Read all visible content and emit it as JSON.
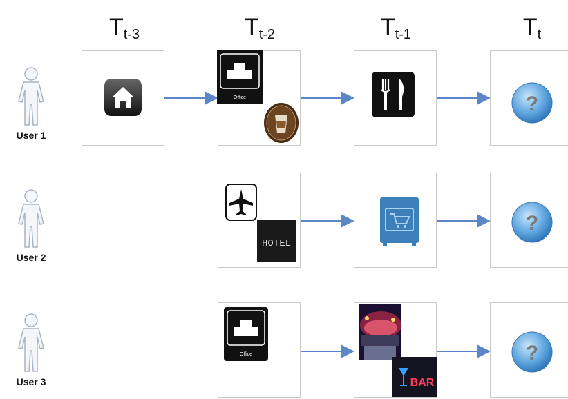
{
  "columns": [
    {
      "base": "T",
      "sub": "t-3"
    },
    {
      "base": "T",
      "sub": "t-2"
    },
    {
      "base": "T",
      "sub": "t-1"
    },
    {
      "base": "T",
      "sub": "t"
    }
  ],
  "users": [
    {
      "label": "User 1"
    },
    {
      "label": "User 2"
    },
    {
      "label": "User 3"
    }
  ],
  "icons": {
    "office_label": "Office",
    "hotel_label": "HOTEL",
    "bar_label": "BAR",
    "unknown_symbol": "?"
  },
  "colors": {
    "arrow": "#5b86c8",
    "box_border": "#c9c9c9",
    "question_blue": "#5ea5df"
  }
}
